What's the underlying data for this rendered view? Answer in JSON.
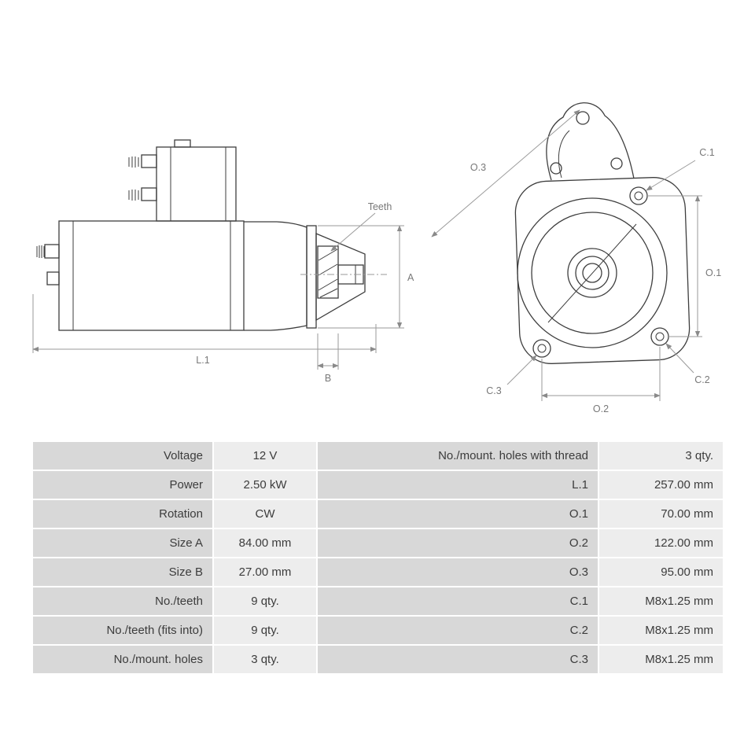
{
  "side_view": {
    "labels": {
      "teeth": "Teeth",
      "l1": "L.1",
      "a": "A",
      "b": "B"
    }
  },
  "front_view": {
    "labels": {
      "o1": "O.1",
      "o2": "O.2",
      "o3": "O.3",
      "c1": "C.1",
      "c2": "C.2",
      "c3": "C.3"
    }
  },
  "specs": {
    "rows": [
      {
        "label_left": "Voltage",
        "value_left": "12 V",
        "label_right": "No./mount. holes with thread",
        "value_right": "3 qty."
      },
      {
        "label_left": "Power",
        "value_left": "2.50 kW",
        "label_right": "L.1",
        "value_right": "257.00 mm"
      },
      {
        "label_left": "Rotation",
        "value_left": "CW",
        "label_right": "O.1",
        "value_right": "70.00 mm"
      },
      {
        "label_left": "Size A",
        "value_left": "84.00 mm",
        "label_right": "O.2",
        "value_right": "122.00 mm"
      },
      {
        "label_left": "Size B",
        "value_left": "27.00 mm",
        "label_right": "O.3",
        "value_right": "95.00 mm"
      },
      {
        "label_left": "No./teeth",
        "value_left": "9 qty.",
        "label_right": "C.1",
        "value_right": "M8x1.25 mm"
      },
      {
        "label_left": "No./teeth (fits into)",
        "value_left": "9 qty.",
        "label_right": "C.2",
        "value_right": "M8x1.25 mm"
      },
      {
        "label_left": "No./mount. holes",
        "value_left": "3 qty.",
        "label_right": "C.3",
        "value_right": "M8x1.25 mm"
      }
    ]
  },
  "colors": {
    "label_cell_bg": "#d8d8d8",
    "value_cell_bg": "#ededed",
    "drawing_line": "#3e3e3e",
    "dimension_line": "#9a9a9a",
    "dimension_text": "#787878",
    "table_text": "#3c3c3c",
    "page_bg": "#ffffff"
  }
}
